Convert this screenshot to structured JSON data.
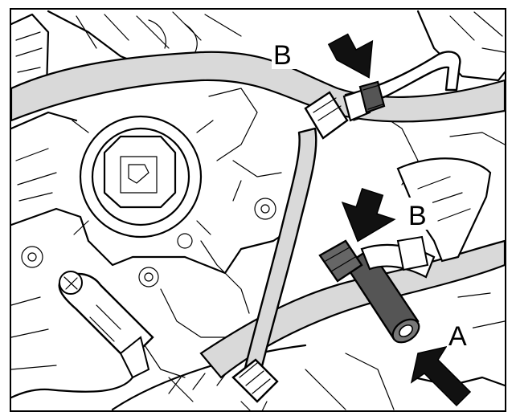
{
  "figure": {
    "labels": {
      "b_top": "B",
      "b_mid": "B",
      "a": "A"
    },
    "colors": {
      "ink": "#000000",
      "paper": "#ffffff",
      "hose_gray": "#d9d9d9",
      "arrow_fill": "#111111"
    },
    "icons": [
      "arrow-down-icon",
      "arrow-down-icon",
      "arrow-up-left-icon"
    ]
  }
}
